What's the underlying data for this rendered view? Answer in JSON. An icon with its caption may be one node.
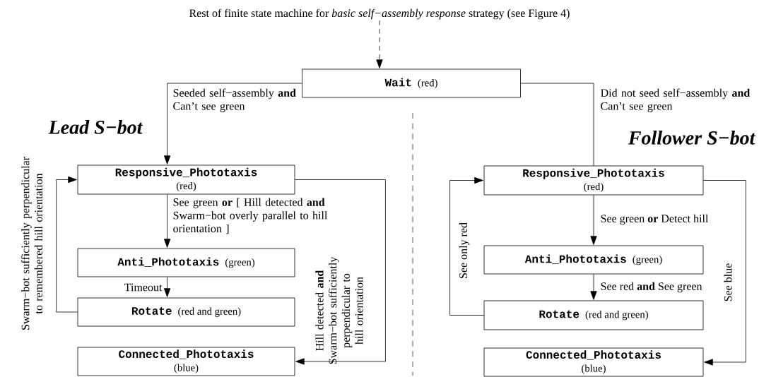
{
  "diagram": {
    "nodes": [
      {
        "text": [
          "Rest of finite state machine for *basic self−assembly response* strategy (see Figure 4)"
        ]
      },
      {
        "text": [
          "Wait",
          "(red)"
        ]
      },
      {
        "text": [
          "Responsive_Phototaxis",
          "(red)"
        ]
      },
      {
        "text": [
          "Anti_Phototaxis",
          "(green)"
        ]
      },
      {
        "text": [
          "Rotate",
          "(red and green)"
        ]
      },
      {
        "text": [
          "Connected_Phototaxis",
          "(blue)"
        ]
      },
      {
        "text": [
          "Responsive_Phototaxis",
          "(red)"
        ]
      },
      {
        "text": [
          "Anti_Phototaxis",
          "(green)"
        ]
      },
      {
        "text": [
          "Rotate",
          "(red and green)"
        ]
      },
      {
        "text": [
          "Connected_Phototaxis",
          "(blue)"
        ]
      }
    ],
    "edges": [
      {
        "from": 0,
        "to": 1,
        "arrow": "to",
        "style": "dashed"
      },
      {
        "from": 1,
        "to": 2,
        "arrow": "to",
        "label": "Seeded self−assembly **and** Can’t see green"
      },
      {
        "from": 2,
        "to": 3,
        "arrow": "to",
        "label": "See green **or** [ Hill detected **and** Swarm−bot overly parallel to hill orientation ]"
      },
      {
        "from": 3,
        "to": 4,
        "arrow": "to",
        "label": "Timeout"
      },
      {
        "from": 4,
        "to": 2,
        "arrow": "to",
        "label": "Swarm−bot sufficiently perpendicular to remembered hill orientation"
      },
      {
        "from": 2,
        "to": 5,
        "arrow": "to",
        "label": "Hill detected **and** Swarm−bot sufficiently perpendicular to hill orientation"
      },
      {
        "from": 1,
        "to": 6,
        "arrow": "none",
        "label": "Did not seed self−assembly **and** Can’t see green"
      },
      {
        "from": 6,
        "to": 7,
        "arrow": "to",
        "label": "See green **or** Detect hill"
      },
      {
        "from": 7,
        "to": 8,
        "arrow": "to",
        "label": "See red **and** See green"
      },
      {
        "from": 8,
        "to": 6,
        "arrow": "to",
        "label": "See only red"
      },
      {
        "from": 6,
        "to": 9,
        "arrow": "to",
        "label": "See blue"
      }
    ],
    "labels": [
      "Lead S−bot",
      "Follower S−bot"
    ]
  }
}
